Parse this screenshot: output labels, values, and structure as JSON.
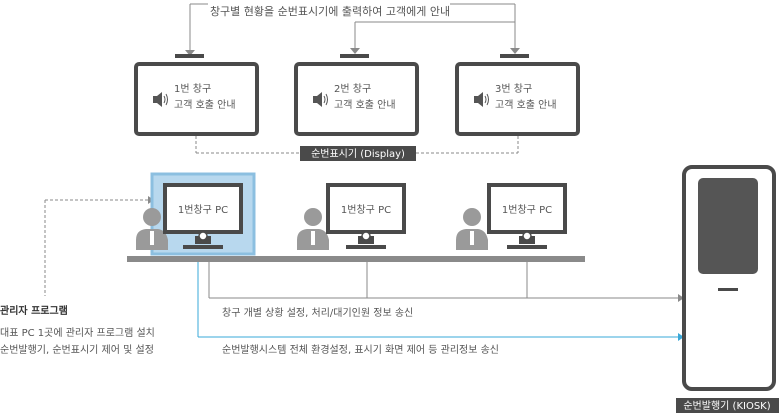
{
  "top_caption": "창구별 현황을 순번표시기에 출력하여 고객에게 안내",
  "displays": [
    {
      "line1": "1번 창구",
      "line2": "고객 호출 안내",
      "icon": "speaker-icon"
    },
    {
      "line1": "2번 창구",
      "line2": "고객 호출 안내",
      "icon": "speaker-icon"
    },
    {
      "line1": "3번 창구",
      "line2": "고객 호출 안내",
      "icon": "speaker-icon"
    }
  ],
  "display_label": "순번표시기 (Display)",
  "pcs": [
    {
      "label": "1번창구 PC",
      "highlight": true
    },
    {
      "label": "1번창구 PC",
      "highlight": false
    },
    {
      "label": "1번창구 PC",
      "highlight": false
    }
  ],
  "admin": {
    "title": "관리자 프로그램",
    "line1": "대표 PC 1곳에 관리자 프로그램 설치",
    "line2": "순번발행기, 순번표시기 제어 및 설정"
  },
  "flow_labels": {
    "gray": "창구 개별 상황 설정, 처리/대기인원 정보 송신",
    "blue": "순번발행시스템 전체 환경설정, 표시기 화면 제어 등 관리정보 송신"
  },
  "kiosk_label": "순번발행기 (KIOSK)",
  "colors": {
    "dark": "#4a4a4a",
    "line": "#8a8a8a",
    "blue_line": "#3aa8d8",
    "highlight_fill": "#b8d8ee",
    "highlight_border": "#8cbfe0",
    "person": "#9a9a9a",
    "text": "#555555"
  }
}
